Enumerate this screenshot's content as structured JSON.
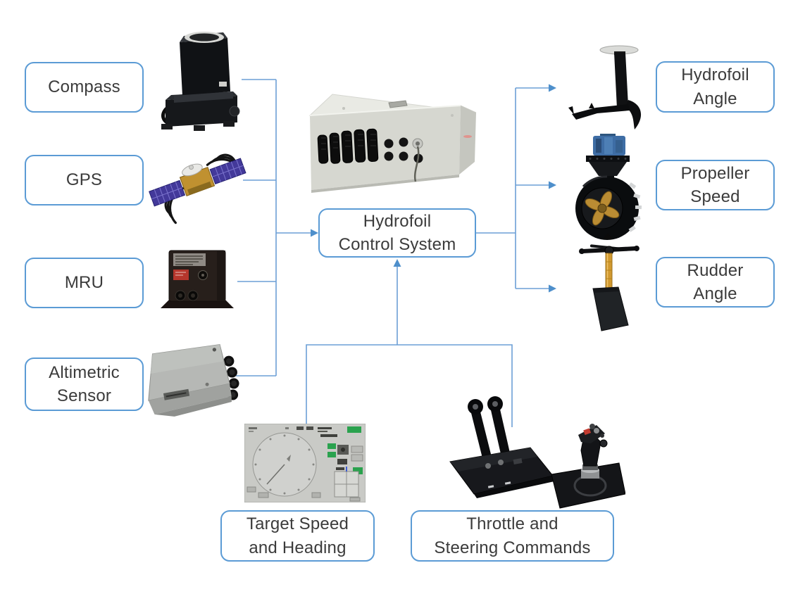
{
  "diagram": {
    "colors": {
      "accent": "#5B9BD5",
      "connector": "#6C9FD6",
      "arrow": "#4E8FCB",
      "ink": "#3b3b3b",
      "bg": "#ffffff"
    },
    "nodes": {
      "compass": {
        "label": "Compass"
      },
      "gps": {
        "label": "GPS"
      },
      "mru": {
        "label": "MRU"
      },
      "altimetric": {
        "label": "Altimetric\nSensor"
      },
      "control": {
        "label": "Hydrofoil\nControl System"
      },
      "hydrofoil_angle": {
        "label": "Hydrofoil\nAngle"
      },
      "propeller_speed": {
        "label": "Propeller\nSpeed"
      },
      "rudder_angle": {
        "label": "Rudder\nAngle"
      },
      "target": {
        "label": "Target Speed\nand Heading"
      },
      "throttle": {
        "label": "Throttle and\nSteering Commands"
      }
    },
    "images": {
      "compass": "gyrocompass-device",
      "gps": "gps-satellite",
      "mru": "mru-device",
      "altimetric": "altimetric-sensor-enclosure",
      "control": "control-system-enclosure",
      "hydrofoil_angle": "hydrofoil-assembly",
      "propeller_speed": "ducted-propeller-thruster",
      "rudder_angle": "rudder-assembly",
      "target": "navigation-radar-display",
      "throttle": "throttle-and-joystick"
    },
    "connections": [
      {
        "from": "Compass",
        "to": "Hydrofoil Control System"
      },
      {
        "from": "GPS",
        "to": "Hydrofoil Control System"
      },
      {
        "from": "MRU",
        "to": "Hydrofoil Control System"
      },
      {
        "from": "Altimetric Sensor",
        "to": "Hydrofoil Control System"
      },
      {
        "from": "Hydrofoil Control System",
        "to": "Hydrofoil Angle"
      },
      {
        "from": "Hydrofoil Control System",
        "to": "Propeller Speed"
      },
      {
        "from": "Hydrofoil Control System",
        "to": "Rudder Angle"
      },
      {
        "from": "Target Speed and Heading",
        "to": "Hydrofoil Control System"
      },
      {
        "from": "Throttle and Steering Commands",
        "to": "Hydrofoil Control System"
      }
    ]
  }
}
